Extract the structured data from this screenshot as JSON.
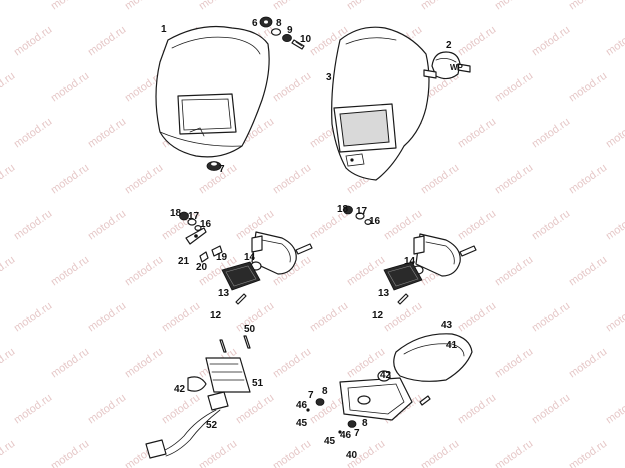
{
  "watermark": "motod.ru",
  "colors": {
    "line": "#1a1a1a",
    "watermark": "#e6c8c8",
    "background": "#ffffff"
  },
  "labels": {
    "p1": "1",
    "p2": "2",
    "p3": "3",
    "wp": "WP",
    "p6": "6",
    "p8": "8",
    "p9": "9",
    "p10": "10",
    "p7": "7",
    "l18": "18",
    "l17": "17",
    "l16": "16",
    "l21": "21",
    "l20": "20",
    "l19": "19",
    "l14": "14",
    "l13": "13",
    "l12": "12",
    "r18": "18",
    "r17": "17",
    "r16": "16",
    "r14": "14",
    "r13": "13",
    "r12": "12",
    "p50": "50",
    "p42": "42",
    "p51": "51",
    "p52": "52",
    "p41": "41",
    "p43": "43",
    "p46": "46",
    "p45": "45",
    "p40": "40",
    "q7": "7",
    "q8": "8",
    "q46": "46",
    "q45": "45",
    "q7b": "7",
    "q8b": "8"
  }
}
